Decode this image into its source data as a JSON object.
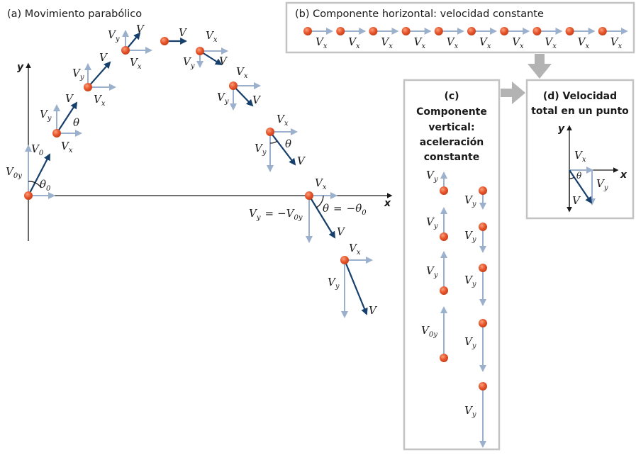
{
  "panels": {
    "a": {
      "title": "(a) Movimiento parabólico"
    },
    "b": {
      "title": "(b) Componente horizontal: velocidad constante"
    },
    "c": {
      "title_lines": [
        "(c)",
        "Componente",
        "vertical:",
        "aceleración",
        "constante"
      ]
    },
    "d": {
      "title_lines": [
        "(d) Velocidad",
        "total en un punto"
      ]
    }
  },
  "axes": {
    "x": "x",
    "y": "y"
  },
  "symbols": {
    "V": "V",
    "theta": "θ",
    "minus": "−",
    "equals": "=",
    "sub_x": "x",
    "sub_y": "y",
    "sub_0": "0",
    "sub_0y": "0y"
  },
  "colors": {
    "ball": "#e8542a",
    "ball_highlight": "#f7a07c",
    "component_arrow": "#9ab0cc",
    "velocity_arrow": "#173f6b",
    "axis": "#1a1a1a",
    "box_border": "#c3c3c3",
    "connector_arrow": "#b3b3b3"
  }
}
